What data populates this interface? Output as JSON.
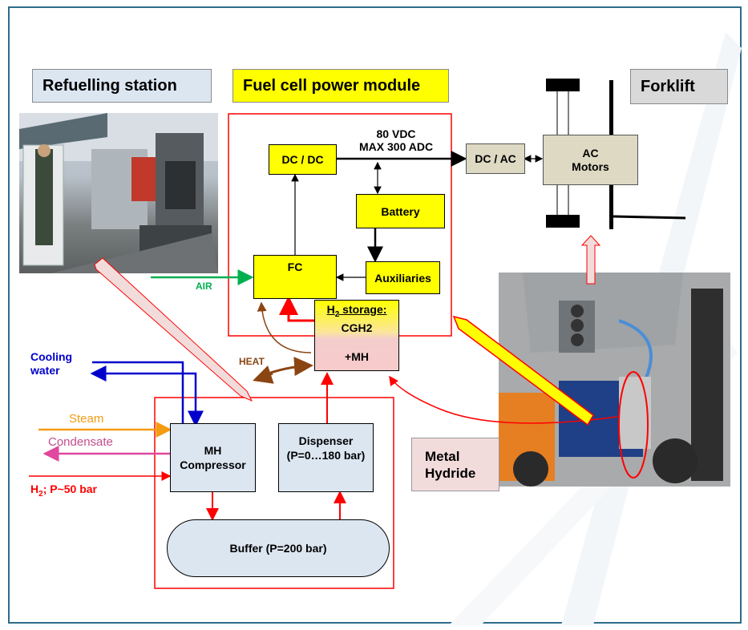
{
  "headers": {
    "refuelling_station": "Refuelling station",
    "fuel_cell_module": "Fuel cell power module",
    "forklift": "Forklift"
  },
  "module": {
    "dcdc": "DC / DC",
    "voltage_line1": "80 VDC",
    "voltage_line2": "MAX 300 ADC",
    "dcac": "DC / AC",
    "ac_motors_line1": "AC",
    "ac_motors_line2": "Motors",
    "battery": "Battery",
    "fc": "FC",
    "auxiliaries": "Auxiliaries",
    "air": "AIR",
    "h2_storage_prefix": "H",
    "h2_storage_sub": "2",
    "h2_storage_suffix": " storage:",
    "cgh2": "CGH2",
    "mh": "+MH",
    "heat": "HEAT"
  },
  "station": {
    "cooling_line1": "Cooling",
    "cooling_line2": "water",
    "steam": "Steam",
    "condensate": "Condensate",
    "h2_prefix": "H",
    "h2_sub": "2",
    "h2_suffix": "; P~50 bar",
    "compressor_line1": "MH",
    "compressor_line2": "Compressor",
    "dispenser_line1": "Dispenser",
    "dispenser_line2": "(P=0…180 bar)",
    "buffer": "Buffer (P=200 bar)"
  },
  "metal_hydride": {
    "line1": "Metal",
    "line2": "Hydride"
  },
  "colors": {
    "header_blue": "#dce6f1",
    "header_yellow": "#ffff00",
    "header_grey": "#d9d9d9",
    "yellow_box": "#ffff00",
    "tan_box": "#ddd9c3",
    "light_blue_box": "#dce6f1",
    "pink_box": "#f2dcdb",
    "red_line": "#ff0000",
    "green_line": "#00b050",
    "blue_line": "#0000cc",
    "orange_line": "#f39c12",
    "magenta_line": "#e0479e",
    "brown_line": "#8b4513"
  }
}
